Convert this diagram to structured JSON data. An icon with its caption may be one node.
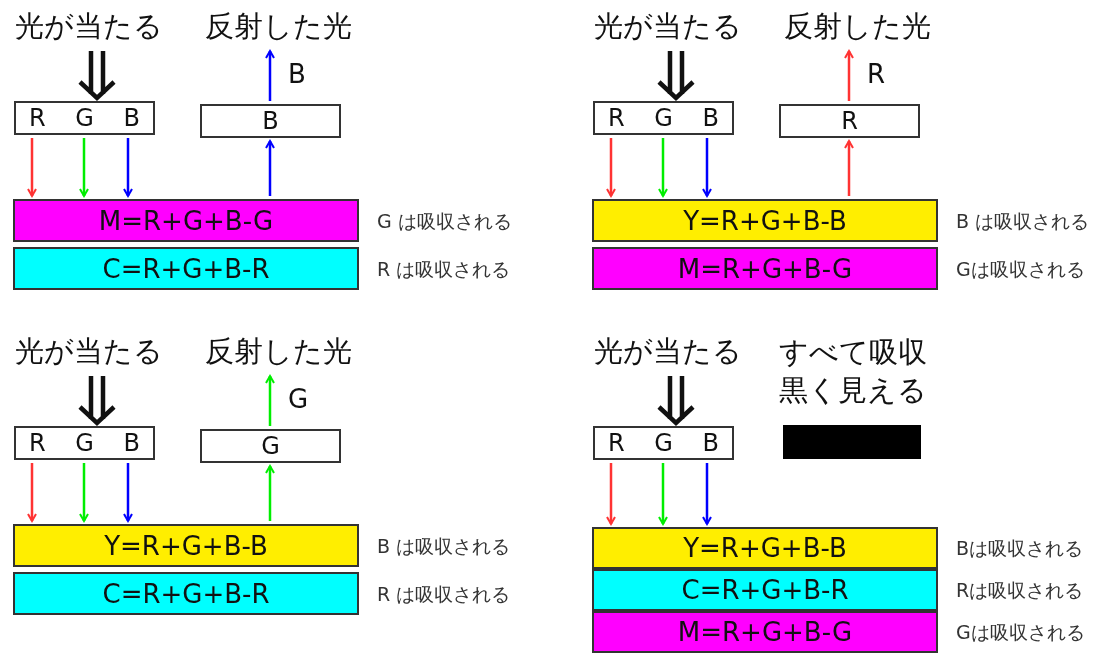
{
  "diagram": {
    "nodes": [
      {
        "text": [
          "光が当たる"
        ]
      },
      {
        "text": [
          "R G B"
        ]
      },
      {
        "text": [
          "反射した光"
        ]
      },
      {
        "text": [
          "B"
        ]
      },
      {
        "text": [
          "M=R+G+B-G"
        ],
        "beside": [
          "G は吸収される"
        ]
      },
      {
        "text": [
          "C=R+G+B-R"
        ],
        "beside": [
          "R は吸収される"
        ]
      },
      {
        "text": [
          "光が当たる"
        ]
      },
      {
        "text": [
          "R G B"
        ]
      },
      {
        "text": [
          "反射した光"
        ]
      },
      {
        "text": [
          "R"
        ]
      },
      {
        "text": [
          "Y=R+G+B-B"
        ],
        "beside": [
          "B は吸収される"
        ]
      },
      {
        "text": [
          "M=R+G+B-G"
        ],
        "beside": [
          "Gは吸収される"
        ]
      },
      {
        "text": [
          "光が当たる"
        ]
      },
      {
        "text": [
          "R G B"
        ]
      },
      {
        "text": [
          "反射した光"
        ]
      },
      {
        "text": [
          "G"
        ]
      },
      {
        "text": [
          "Y=R+G+B-B"
        ],
        "beside": [
          "B は吸収される"
        ]
      },
      {
        "text": [
          "C=R+G+B-R"
        ],
        "beside": [
          "R は吸収される"
        ]
      },
      {
        "text": [
          "光が当たる"
        ]
      },
      {
        "text": [
          "R G B"
        ]
      },
      {
        "text": [
          "すべて吸収黒く見える"
        ]
      },
      {
        "text": [
          "Y=R+G+B-B"
        ],
        "beside": [
          "Bは吸収される"
        ]
      },
      {
        "text": [
          "C=R+G+B-R"
        ],
        "beside": [
          "Rは吸収される"
        ]
      },
      {
        "text": [
          "M=R+G+B-G"
        ],
        "beside": [
          "Gは吸収される"
        ]
      }
    ],
    "edges": [
      {
        "from": 0,
        "to": 1,
        "arrow": "to",
        "style": "thick",
        "color": "#111111"
      },
      {
        "from": 1,
        "to": 4,
        "arrow": "to",
        "color": "#ff3333"
      },
      {
        "from": 1,
        "to": 4,
        "arrow": "to",
        "color": "#00ee00"
      },
      {
        "from": 1,
        "to": 4,
        "arrow": "to",
        "color": "#0000ff"
      },
      {
        "from": 4,
        "to": 3,
        "arrow": "to",
        "color": "#0000ff"
      },
      {
        "from": 3,
        "to": 2,
        "arrow": "to",
        "color": "#0000ff",
        "label": "B"
      },
      {
        "from": 6,
        "to": 7,
        "arrow": "to",
        "style": "thick",
        "color": "#111111"
      },
      {
        "from": 7,
        "to": 10,
        "arrow": "to",
        "color": "#ff3333"
      },
      {
        "from": 7,
        "to": 10,
        "arrow": "to",
        "color": "#00ee00"
      },
      {
        "from": 7,
        "to": 10,
        "arrow": "to",
        "color": "#0000ff"
      },
      {
        "from": 10,
        "to": 9,
        "arrow": "to",
        "color": "#ff3333"
      },
      {
        "from": 9,
        "to": 8,
        "arrow": "to",
        "color": "#ff3333",
        "label": "R"
      },
      {
        "from": 12,
        "to": 13,
        "arrow": "to",
        "style": "thick",
        "color": "#111111"
      },
      {
        "from": 13,
        "to": 16,
        "arrow": "to",
        "color": "#ff3333"
      },
      {
        "from": 13,
        "to": 16,
        "arrow": "to",
        "color": "#00ee00"
      },
      {
        "from": 13,
        "to": 16,
        "arrow": "to",
        "color": "#0000ff"
      },
      {
        "from": 16,
        "to": 15,
        "arrow": "to",
        "color": "#00ee00"
      },
      {
        "from": 15,
        "to": 14,
        "arrow": "to",
        "color": "#00ee00",
        "label": "G"
      },
      {
        "from": 18,
        "to": 19,
        "arrow": "to",
        "style": "thick",
        "color": "#111111"
      },
      {
        "from": 19,
        "to": 21,
        "arrow": "to",
        "color": "#ff3333"
      },
      {
        "from": 19,
        "to": 21,
        "arrow": "to",
        "color": "#00ee00"
      },
      {
        "from": 19,
        "to": 21,
        "arrow": "to",
        "color": "#0000ff"
      }
    ]
  }
}
